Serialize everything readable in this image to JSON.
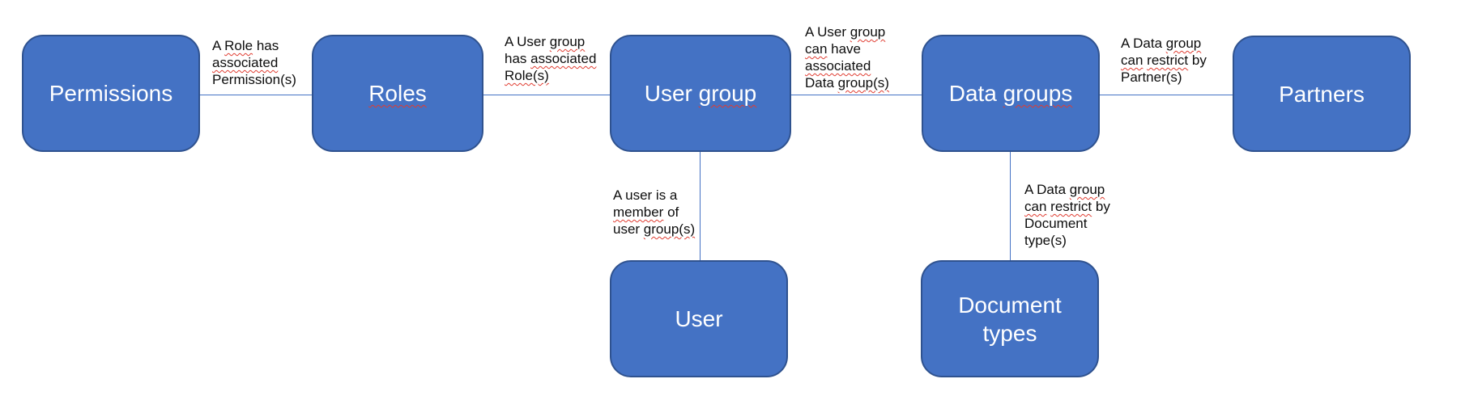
{
  "colors": {
    "background": "#FFFFFF",
    "node_fill": "#4472C4",
    "node_border": "#2F528F",
    "connector": "#4472C4",
    "label_text": "#0D0D0D",
    "spellcheck_underline": "#E03C31"
  },
  "nodes": {
    "permissions": {
      "label": "Permissions",
      "rich": [
        [
          {
            "t": "Permissions"
          }
        ]
      ]
    },
    "roles": {
      "label": "Roles",
      "rich": [
        [
          {
            "t": "Roles",
            "sp": true
          }
        ]
      ]
    },
    "user_group": {
      "label": "User group",
      "rich": [
        [
          {
            "t": "User "
          },
          {
            "t": "group",
            "sp": true
          }
        ]
      ]
    },
    "data_groups": {
      "label": "Data groups",
      "rich": [
        [
          {
            "t": "Data "
          },
          {
            "t": "groups",
            "sp": true
          }
        ]
      ]
    },
    "partners": {
      "label": "Partners",
      "rich": [
        [
          {
            "t": "Partners"
          }
        ]
      ]
    },
    "user": {
      "label": "User",
      "rich": [
        [
          {
            "t": "User"
          }
        ]
      ]
    },
    "document_types": {
      "label": "Document types",
      "rich": [
        [
          {
            "t": "Document"
          }
        ],
        [
          {
            "t": "types"
          }
        ]
      ]
    }
  },
  "edge_labels": {
    "permissions_roles": {
      "text": "A Role has associated Permission(s)",
      "rich": [
        [
          {
            "t": "A "
          },
          {
            "t": "Role",
            "sp": true
          },
          {
            "t": " has"
          }
        ],
        [
          {
            "t": "associated",
            "sp": true
          }
        ],
        [
          {
            "t": "Permission(s)"
          }
        ]
      ]
    },
    "roles_user_group": {
      "text": "A User group has associated Role(s)",
      "rich": [
        [
          {
            "t": "A User "
          },
          {
            "t": "group",
            "sp": true
          }
        ],
        [
          {
            "t": "has "
          },
          {
            "t": "associated",
            "sp": true
          }
        ],
        [
          {
            "t": "Role(s)",
            "sp": true
          }
        ]
      ]
    },
    "user_group_data_groups": {
      "text": "A User group can have associated Data group(s)",
      "rich": [
        [
          {
            "t": "A User "
          },
          {
            "t": "group",
            "sp": true
          }
        ],
        [
          {
            "t": "can",
            "sp": true
          },
          {
            "t": " have"
          }
        ],
        [
          {
            "t": "associated",
            "sp": true
          }
        ],
        [
          {
            "t": "Data "
          },
          {
            "t": "group(s)",
            "sp": true
          }
        ]
      ]
    },
    "data_groups_partners": {
      "text": "A Data group can restrict by Partner(s)",
      "rich": [
        [
          {
            "t": "A Data "
          },
          {
            "t": "group",
            "sp": true
          }
        ],
        [
          {
            "t": "can",
            "sp": true
          },
          {
            "t": " "
          },
          {
            "t": "restrict",
            "sp": true
          },
          {
            "t": " by"
          }
        ],
        [
          {
            "t": "Partner(s)"
          }
        ]
      ]
    },
    "user_group_user": {
      "text": "A user is a member of user group(s)",
      "rich": [
        [
          {
            "t": "A user is a"
          }
        ],
        [
          {
            "t": "member",
            "sp": true
          },
          {
            "t": " of"
          }
        ],
        [
          {
            "t": "user "
          },
          {
            "t": "group(s)",
            "sp": true
          }
        ]
      ]
    },
    "data_groups_document_types": {
      "text": "A Data group can restrict by Document type(s)",
      "rich": [
        [
          {
            "t": "A Data "
          },
          {
            "t": "group",
            "sp": true
          }
        ],
        [
          {
            "t": "can",
            "sp": true
          },
          {
            "t": " "
          },
          {
            "t": "restrict",
            "sp": true
          },
          {
            "t": " by"
          }
        ],
        [
          {
            "t": "Document"
          }
        ],
        [
          {
            "t": "type(s)"
          }
        ]
      ]
    }
  },
  "relationships": [
    {
      "from": "Permissions",
      "to": "Roles"
    },
    {
      "from": "Roles",
      "to": "User group"
    },
    {
      "from": "User group",
      "to": "Data groups"
    },
    {
      "from": "Data groups",
      "to": "Partners"
    },
    {
      "from": "User group",
      "to": "User"
    },
    {
      "from": "Data groups",
      "to": "Document types"
    }
  ]
}
